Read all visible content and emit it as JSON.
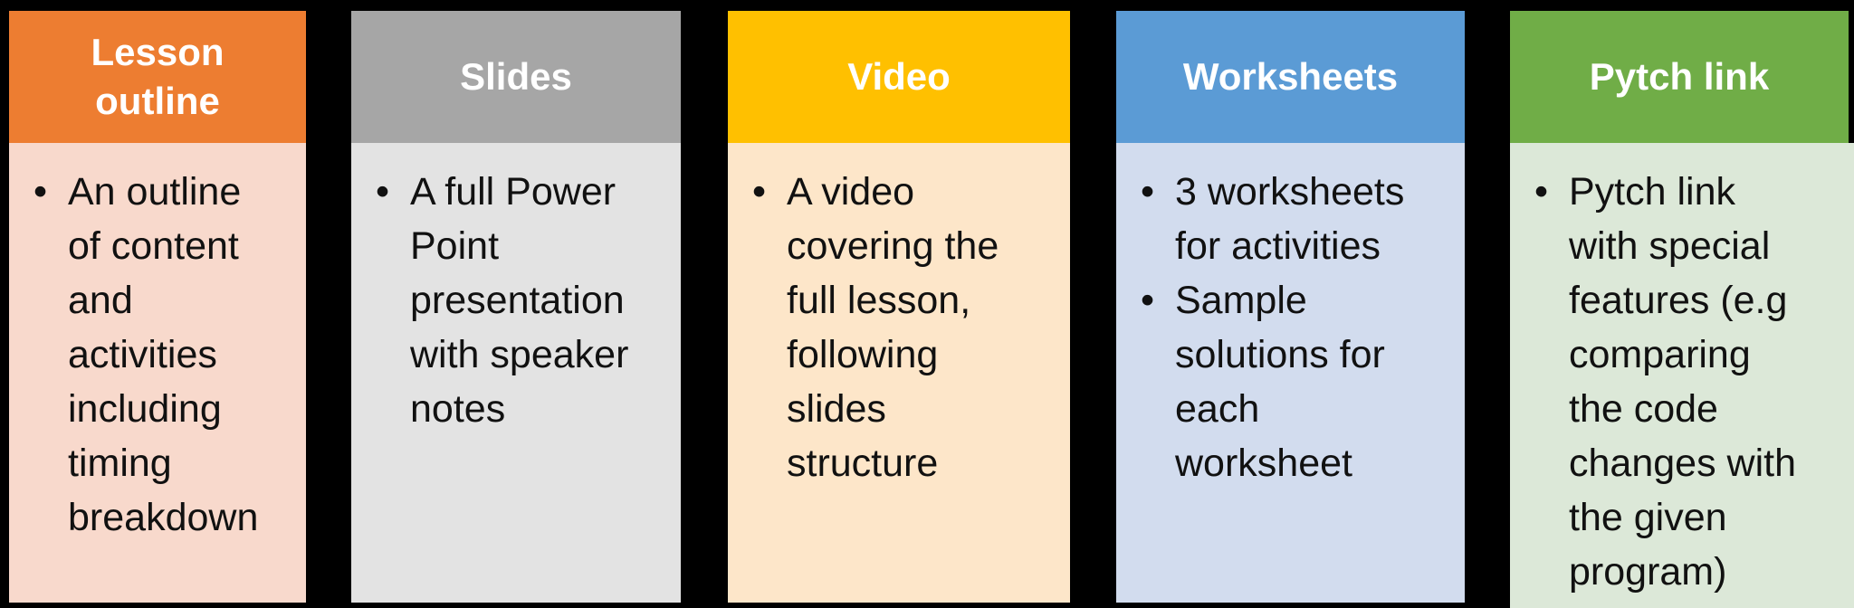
{
  "canvas": {
    "background": "#000000",
    "header_text_color": "#FFFFFF",
    "body_text_color": "#111111"
  },
  "columns": [
    {
      "name": "lesson-outline",
      "header": {
        "label": "Lesson\noutline",
        "bg": "#ED7D31"
      },
      "body": {
        "bg": "#F8D9CC",
        "bullets": [
          "An outline\nof content\nand\nactivities\nincluding\ntiming\nbreakdown"
        ]
      }
    },
    {
      "name": "slides",
      "header": {
        "label": "Slides",
        "bg": "#A6A6A6"
      },
      "body": {
        "bg": "#E3E3E3",
        "bullets": [
          "A full Power\nPoint\npresentation\nwith speaker\nnotes"
        ]
      }
    },
    {
      "name": "video",
      "header": {
        "label": "Video",
        "bg": "#FFC000"
      },
      "body": {
        "bg": "#FDE6C9",
        "bullets": [
          "A video\ncovering the\nfull lesson,\nfollowing\nslides\nstructure"
        ]
      }
    },
    {
      "name": "worksheets",
      "header": {
        "label": "Worksheets",
        "bg": "#5B9BD5"
      },
      "body": {
        "bg": "#D2DCEE",
        "bullets": [
          "3 worksheets\nfor activities",
          "Sample\nsolutions for\neach\nworksheet"
        ]
      }
    },
    {
      "name": "pytch-link",
      "header": {
        "label": "Pytch link",
        "bg": "#70AD47"
      },
      "body": {
        "bg": "#DCE8D8",
        "bullets": [
          "Pytch link\nwith special\nfeatures (e.g\ncomparing\nthe code\nchanges with\nthe given\nprogram)"
        ]
      }
    }
  ]
}
